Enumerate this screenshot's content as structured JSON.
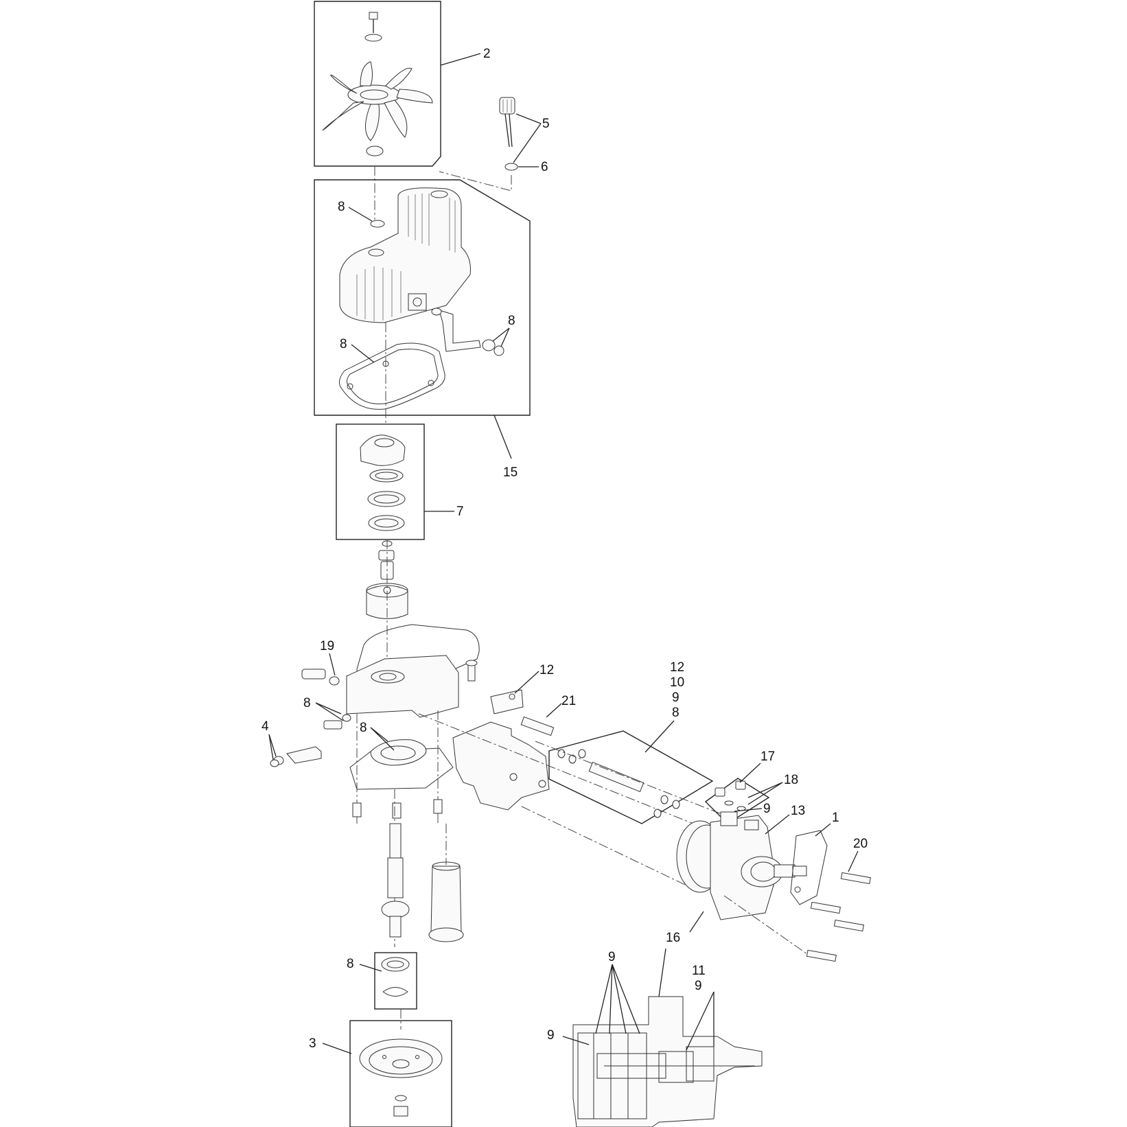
{
  "callouts": {
    "c2": "2",
    "c5": "5",
    "c6": "6",
    "c8_top": "8",
    "c8_seals": "8",
    "c8_gasket": "8",
    "c15": "15",
    "c7": "7",
    "c19": "19",
    "c8_left": "8",
    "c8_filter": "8",
    "c4": "4",
    "c12_bracket": "12",
    "c21": "21",
    "c_kit": [
      "12",
      "10",
      "9",
      "8"
    ],
    "c17": "17",
    "c18": "18",
    "c9_right": "9",
    "c13": "13",
    "c1": "1",
    "c20": "20",
    "c16": "16",
    "c8_bearing": "8",
    "c3": "3",
    "c9_section": "9",
    "c9_left": "9",
    "c11": "11",
    "c9_right2": "9"
  },
  "icons": {
    "fan": "cooling-fan-icon",
    "housing": "finned-housing-icon",
    "motor": "hydraulic-motor-icon"
  }
}
